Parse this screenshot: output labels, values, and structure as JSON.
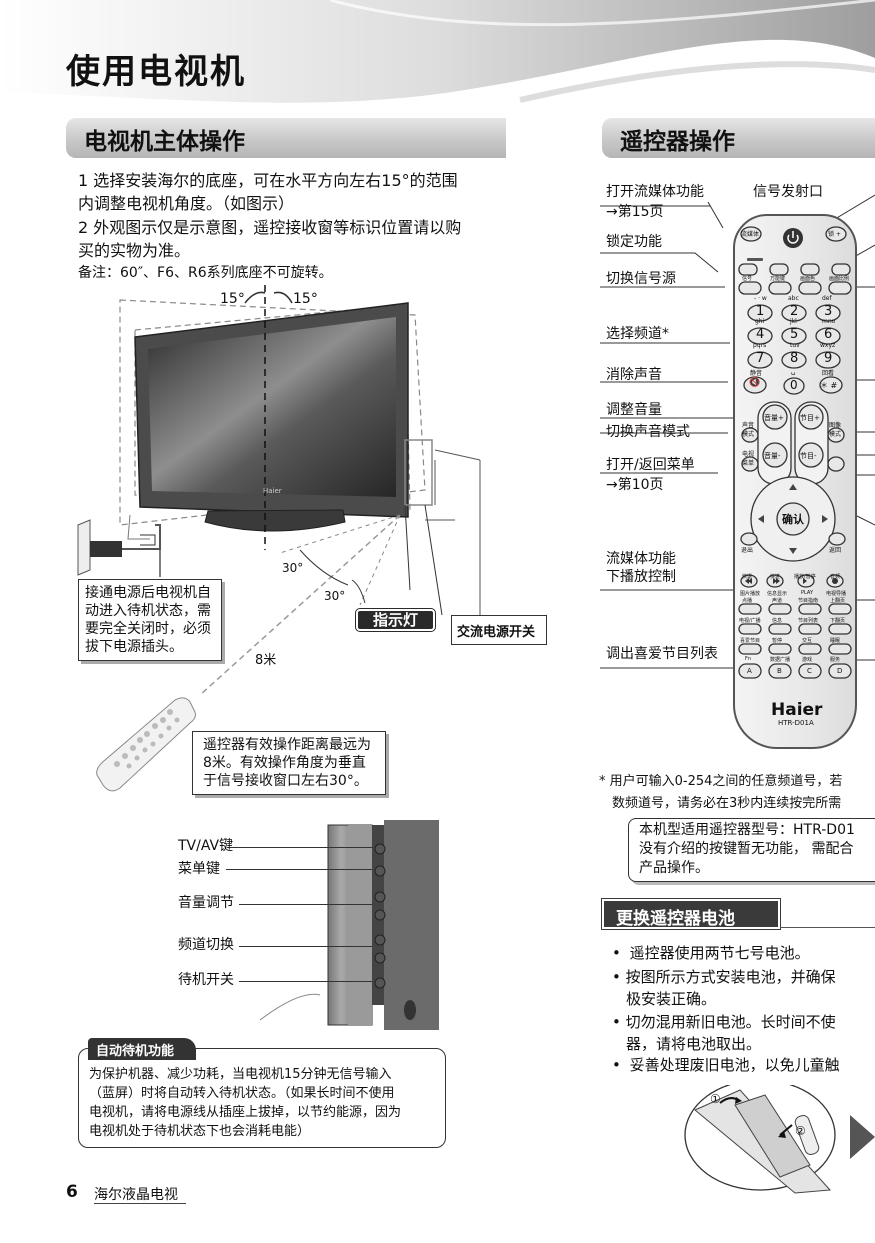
{
  "page": {
    "title": "使用电视机",
    "page_number": "6",
    "footer_label": "海尔液晶电视"
  },
  "left": {
    "section_title": "电视机主体操作",
    "intro_1a": "1 选择安装海尔的底座，可在水平方向左右15°的范围",
    "intro_1b": "内调整电视机角度。（如图示）",
    "intro_2a": "2 外观图示仅是示意图，遥控接收窗等标识位置请以购",
    "intro_2b": "买的实物为准。",
    "note": "备注：60″、F6、R6系列底座不可旋转。",
    "angle_left": "15°",
    "angle_right": "15°",
    "angle_30a": "30°",
    "angle_30b": "30°",
    "distance": "8米",
    "tv_brand": "Haier",
    "indicator_label": "指示灯",
    "ac_switch_label": "交流电源开关",
    "standby_callout": [
      "接通电源后电视机自",
      "动进入待机状态，需",
      "要完全关闭时，必须",
      "拔下电源插头。"
    ],
    "remote_callout": [
      "遥控器有效操作距离最远为",
      "8米。有效操作角度为垂直",
      "于信号接收窗口左右30°。"
    ],
    "side_keys": [
      "TV/AV键",
      "菜单键",
      "音量调节",
      "频道切换",
      "待机开关"
    ],
    "auto_standby_title": "自动待机功能",
    "auto_standby_text": [
      "为保护机器、减少功耗，当电视机15分钟无信号输入",
      "（蓝屏）时将自动转入待机状态。（如果长时间不使用",
      "电视机，请将电源线从插座上拔掉，以节约能源，因为",
      "电视机处于待机状态下也会消耗电能）"
    ]
  },
  "right": {
    "section_title": "遥控器操作",
    "signal_port": "信号发射口",
    "labels": {
      "streaming": "打开流媒体功能",
      "streaming_page": "→第15页",
      "lock": "锁定功能",
      "source": "切换信号源",
      "channel": "选择频道*",
      "mute": "消除声音",
      "volume": "调整音量",
      "sound_mode": "切换声音模式",
      "menu": "打开/返回菜单",
      "menu_page": "→第10页",
      "stream_ctrl_1": "流媒体功能",
      "stream_ctrl_2": "下播放控制",
      "favorites": "调出喜爱节目列表"
    },
    "remote": {
      "top_left": "流媒体",
      "top_right": "锁 +",
      "row2": [
        "信号",
        "万能键",
        "画面色",
        "画面比例"
      ],
      "digit_letters": [
        "- · w",
        "abc",
        "def",
        "ghi",
        "jkl",
        "mno",
        "pqrs",
        "tuv",
        "wxyz"
      ],
      "digits": [
        "1",
        "2",
        "3",
        "4",
        "5",
        "6",
        "7",
        "8",
        "9"
      ],
      "mute_small": "静音",
      "mute_key": "🔇",
      "zero_small": "␣",
      "zero": "0",
      "recall_small": "回看",
      "recall": "＊ #",
      "vol_plus": "音量+",
      "vol_minus": "音量-",
      "ch_plus": "节目+",
      "ch_minus": "节目-",
      "sound_key": "声音模式",
      "menu_key": "电视菜单",
      "picture_key": "图像模式",
      "exit_key": "退出",
      "back_key": "返回",
      "ok": "确认",
      "media_row": [
        "快退",
        "快进",
        "播放/暂停",
        "音频"
      ],
      "media_row2": [
        "图片播放",
        "信息显示",
        "PLAY",
        "电视导播"
      ],
      "fav_row1": [
        "点播",
        "声道",
        "节目指南",
        "上翻页"
      ],
      "fav_row2": [
        "电视/广播",
        "信息",
        "节目列表",
        "下翻页"
      ],
      "fav_row3": [
        "喜爱节目",
        "暂停",
        "交互",
        "睡眠"
      ],
      "fav_row4": [
        "Fn",
        "数据广播",
        "游戏",
        "服务"
      ],
      "color_keys": [
        "A",
        "B",
        "C",
        "D"
      ],
      "brand": "Haier",
      "model": "HTR-D01A"
    },
    "footnote_1": "*  用户可输入0-254之间的任意频道号，若",
    "footnote_2": "数频道号，请务必在3秒内连续按完所需",
    "info_box": [
      "本机型适用遥控器型号：HTR-D01",
      "没有介绍的按键暂无功能， 需配合",
      "产品操作。"
    ],
    "battery_title": "更换遥控器电池",
    "battery_items": [
      [
        "遥控器使用两节七号电池。"
      ],
      [
        "按图所示方式安装电池，并确保",
        "极安装正确。"
      ],
      [
        "切勿混用新旧电池。长时间不使",
        "器，请将电池取出。"
      ],
      [
        "妥善处理废旧电池，以免儿童触"
      ]
    ],
    "step1": "①",
    "step2": "②"
  },
  "colors": {
    "heading_bar": "#c8c8c8",
    "dark_bar": "#3a3a3a",
    "text": "#111111"
  }
}
